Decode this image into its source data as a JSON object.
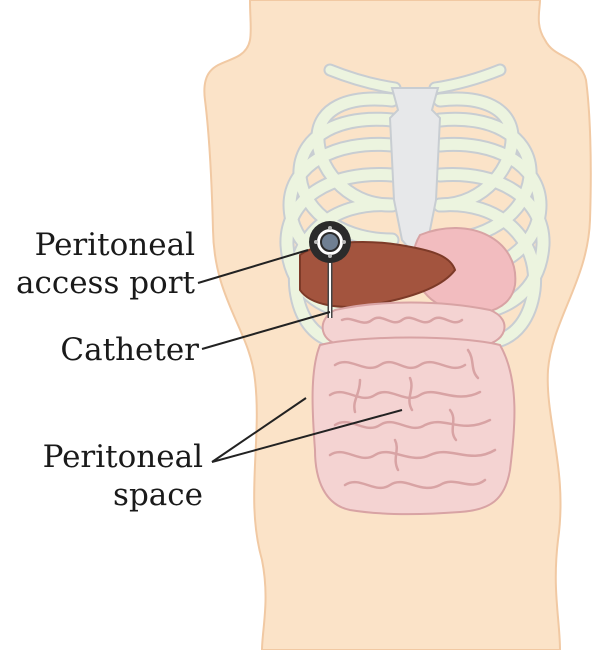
{
  "labels": {
    "port_line1": "Peritoneal",
    "port_line2": "access port",
    "catheter": "Catheter",
    "space_line1": "Peritoneal",
    "space_line2": "space"
  },
  "colors": {
    "skin": "#fbe3c8",
    "skin_outline": "#f1c9a3",
    "rib": "#e7e8ea",
    "rib_cartilage": "#ecf4df",
    "rib_outline": "#c8cdd2",
    "liver": "#a3543e",
    "intestine": "#f4d3d2",
    "intestine_line": "#d8a3a4",
    "stomach": "#f2bcbf",
    "port": "#2b2b2b",
    "leader_line": "#222222"
  },
  "icons": [
    "access-port-icon",
    "catheter-icon"
  ]
}
